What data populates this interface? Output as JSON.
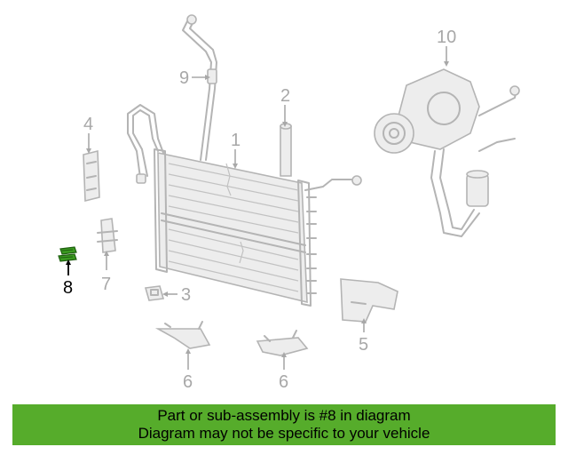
{
  "colors": {
    "part_stroke": "#b4b4b4",
    "highlight_part": "#3a9a20",
    "banner_background": "#56ac2b",
    "banner_text": "#000000"
  },
  "callouts": [
    {
      "id": "1",
      "label": "1"
    },
    {
      "id": "2",
      "label": "2"
    },
    {
      "id": "3",
      "label": "3"
    },
    {
      "id": "4",
      "label": "4"
    },
    {
      "id": "5",
      "label": "5"
    },
    {
      "id": "6a",
      "label": "6"
    },
    {
      "id": "6b",
      "label": "6"
    },
    {
      "id": "7",
      "label": "7"
    },
    {
      "id": "8",
      "label": "8",
      "highlighted": true
    },
    {
      "id": "9",
      "label": "9"
    },
    {
      "id": "10",
      "label": "10"
    }
  ],
  "banner": {
    "line1": "Part or sub-assembly is #8 in diagram",
    "line2": "Diagram may not be specific to your vehicle"
  }
}
